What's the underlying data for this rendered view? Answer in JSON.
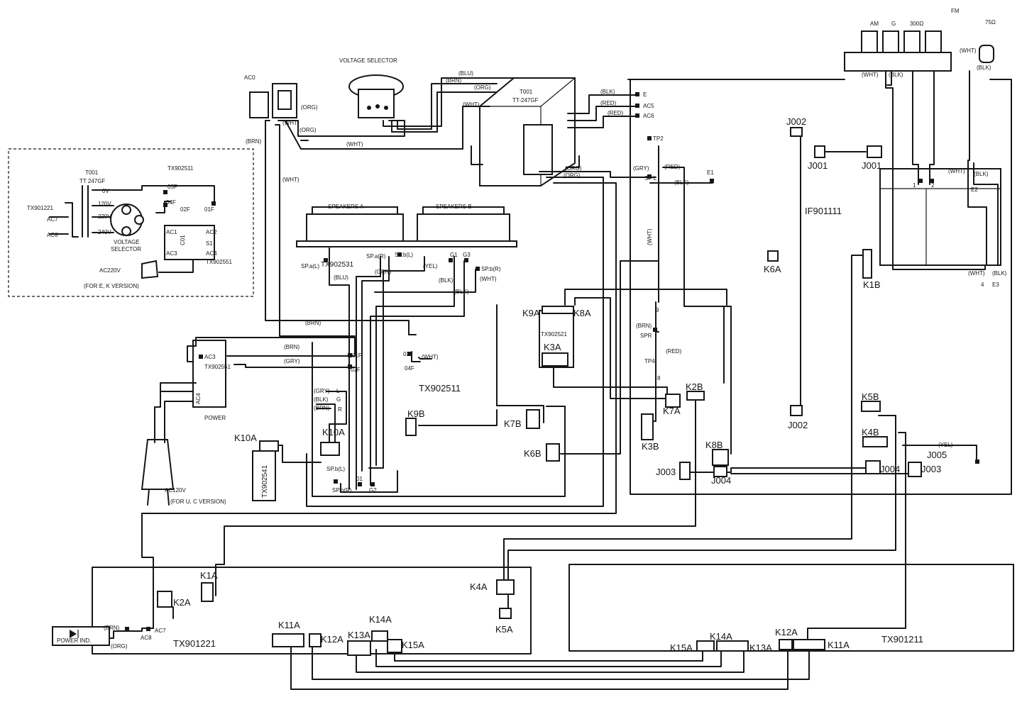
{
  "colors": {
    "ink": "#161616",
    "paper": "#ffffff"
  },
  "top": {
    "voltage_selector": "VOLTAGE SELECTOR",
    "ac0": "AC0",
    "transformer_ref": "T001",
    "transformer_model": "TT-247GF",
    "wire_blu": "(BLU)",
    "wire_brn": "(BRN)",
    "wire_org": "(ORG)",
    "wire_wht": "(WHT)",
    "wire_blk": "(BLK)",
    "wire_red": "(RED)",
    "wire_gry": "(GRY)",
    "term_e": "E",
    "term_ac5": "AC5",
    "term_ac6": "AC6",
    "tp2": "TP2",
    "spl": "SP L",
    "e1": "E1"
  },
  "antenna": {
    "am": "AM",
    "g": "G",
    "ohm300": "300Ω",
    "fm": "FM",
    "ohm75": "75Ω",
    "wht": "(WHT)",
    "blk": "(BLK)",
    "n1": "1",
    "n2": "2",
    "n4": "4",
    "e2": "E2",
    "e3": "E3"
  },
  "tuner": {
    "board": "IF901111",
    "j002_top": "J002",
    "j001_left": "J001",
    "j001_right": "J001",
    "k6a": "K6A",
    "k1b": "K1B",
    "j002_bottom": "J002",
    "k5b": "K5B",
    "k4b": "K4B",
    "j005": "J005",
    "yel": "(YEL)",
    "j004_right": "J004",
    "j003_right": "J003",
    "j003_left": "J003",
    "j004_left": "J004",
    "k8b": "K8B",
    "k2b": "K2B",
    "k7a": "K7A",
    "k3b": "K3B",
    "tp4": "TP4",
    "spr": "SPR",
    "brn": "(BRN)",
    "red": "(RED)",
    "wht": "(WHT)",
    "n9": "9",
    "n8": "8"
  },
  "inset": {
    "t001": "T001",
    "tt247gf": "TT 247GF",
    "tx902511": "TX902511",
    "tx901221": "TX901221",
    "v0": "0V",
    "v120": "120V",
    "v220": "220V",
    "v240": "240V",
    "ac7": "AC7",
    "ac8": "AC8",
    "o3f": "03F",
    "o4f": "04F",
    "o2f": "02F",
    "o1f": "01F",
    "ac1": "AC1",
    "ac2": "AC2",
    "ac3": "AC3",
    "ac4": "AC4",
    "c01": "C01",
    "s1": "S1",
    "voltage": "VOLTAGE",
    "selector": "SELECTOR",
    "ac220v": "AC220V",
    "tx902551": "TX902551",
    "note": "(FOR E, K VERSION)"
  },
  "speakers": {
    "a": "SPEAKERS A",
    "b": "SPEAKERS B",
    "tx902531": "TX902531",
    "spa_l": "SP.a(L)",
    "spa_r": "SP.a(R)",
    "spb_l": "SP.b(L)",
    "spb_r": "SP.b(R)",
    "g1": "G1",
    "g3": "G3",
    "blu": "(BLU)",
    "grn": "(GRN)",
    "yel": "(YEL)",
    "blk": "(BLK)",
    "wht": "(WHT)",
    "blk2": "(BLK)"
  },
  "mid": {
    "tx902511": "TX902511",
    "brn": "(BRN)",
    "gry": "(GRY)",
    "wht": "(WHT)",
    "o1f": "01F",
    "o2f": "02F",
    "o3f": "03F",
    "o4f": "04F",
    "tx902551": "TX902551",
    "ac3": "AC3",
    "ac4": "AC4",
    "power": "POWER",
    "k10a_l": "K10A",
    "tx902541": "TX902541",
    "k10a_r": "K10A",
    "gry2": "(GRY)",
    "blk": "(BLK)",
    "brn2": "(BRN)",
    "l": "L",
    "g": "G",
    "r": "R",
    "spb_l": "SP.b(L)",
    "spb_r": "SP.b(R)",
    "o1": "01",
    "g2": "G2",
    "ac120v": "AC120V",
    "note": "(FOR U, C VERSION)",
    "k9b": "K9B",
    "k7b": "K7B",
    "k6b": "K6B",
    "k9a": "K9A",
    "k8a": "K8A",
    "tx902521": "TX902521",
    "k3a": "K3A"
  },
  "bottom": {
    "k1a": "K1A",
    "k2a": "K2A",
    "power_ind": "POWER IND.",
    "brn": "(BRN)",
    "org": "(ORG)",
    "ac7": "AC7",
    "ac8": "AC8",
    "tx901221": "TX901221",
    "k11a": "K11A",
    "k12a": "K12A",
    "k13a": "K13A",
    "k14a": "K14A",
    "k15a": "K15A",
    "k4a": "K4A",
    "k5a": "K5A",
    "tx901211": "TX901211",
    "r_k15a": "K15A",
    "r_k14a": "K14A",
    "r_k13a": "K13A",
    "r_k12a": "K12A",
    "r_k11a": "K11A"
  }
}
